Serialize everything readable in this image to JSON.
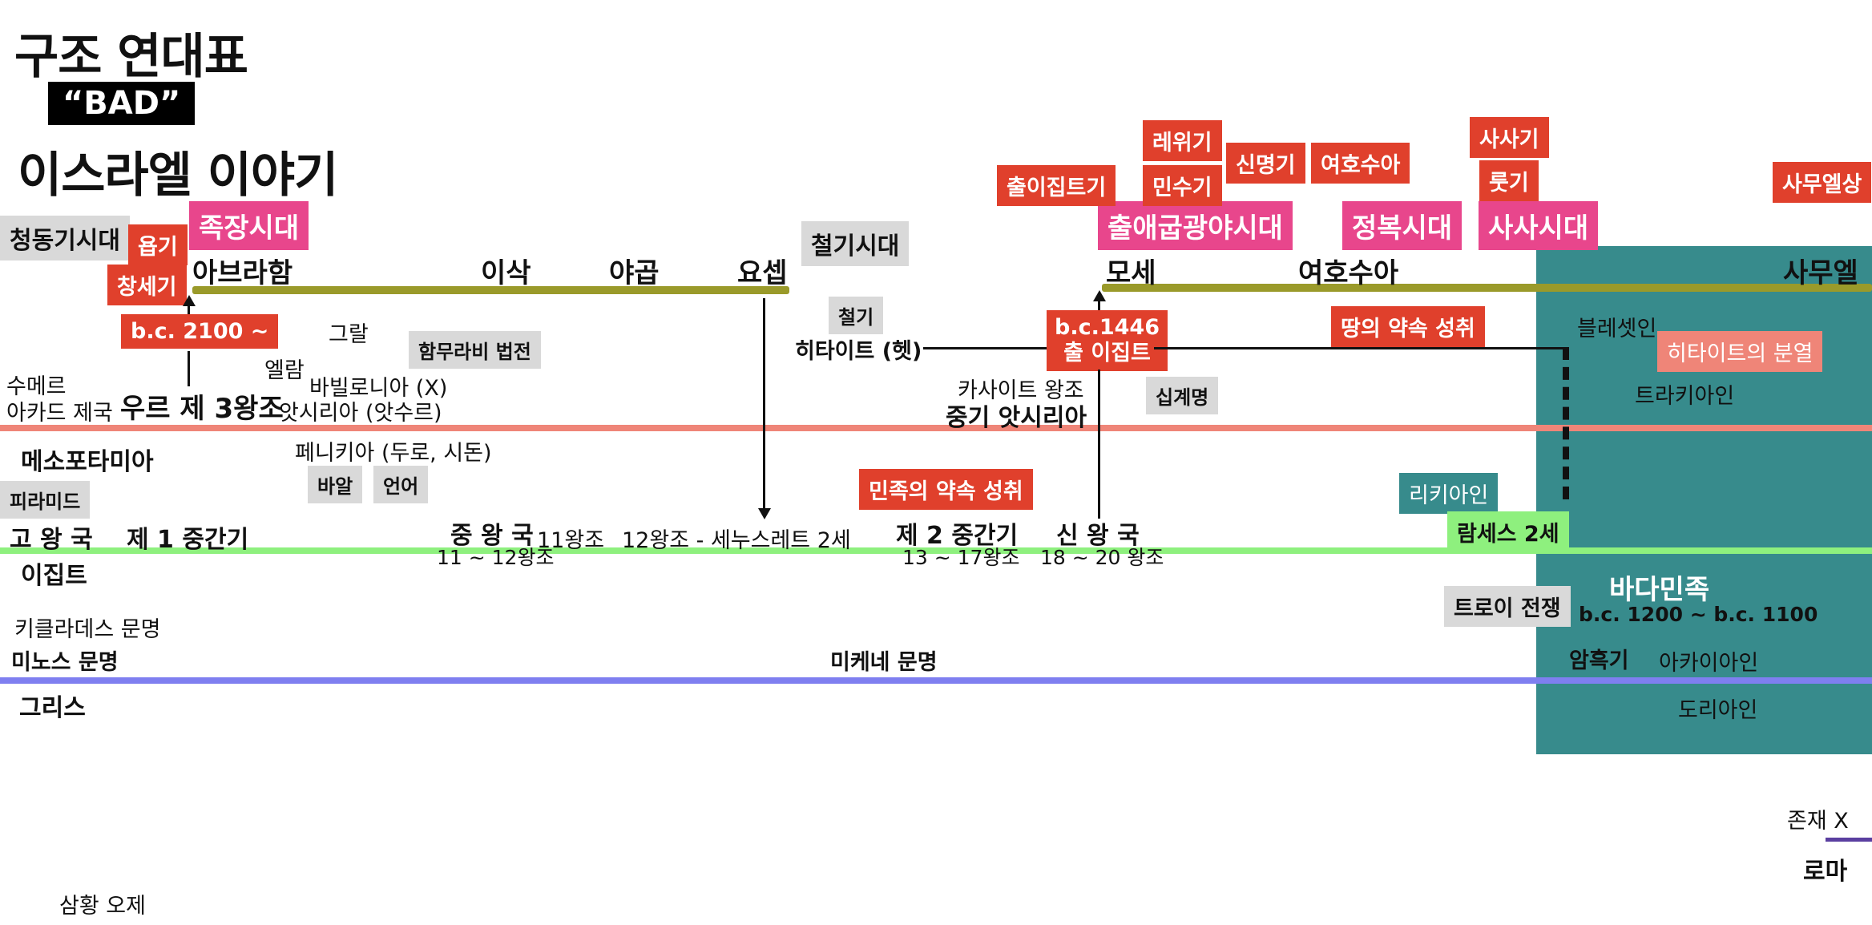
{
  "header": {
    "title": "구조 연대표",
    "badge": "“BAD”",
    "subtitle": "이스라엘 이야기"
  },
  "colors": {
    "red": "#e0402c",
    "pink": "#e8468c",
    "gray": "#d9d9d9",
    "olive_band": "#9a9a2a",
    "salmon_band": "#ef8578",
    "green_band": "#8ef07e",
    "blue_band": "#7f7ff0",
    "teal_panel": "#378b8c",
    "purple_line": "#5a3fa0"
  },
  "bible_books": {
    "job": "욥기",
    "genesis": "창세기",
    "exodus": "출이집트기",
    "leviticus": "레위기",
    "numbers": "민수기",
    "deuteronomy": "신명기",
    "joshua": "여호수아",
    "judges": "사사기",
    "ruth": "룻기",
    "samuel": "사무엘상"
  },
  "eras": {
    "bronze_age": "청동기시대",
    "patriarchs": "족장시대",
    "iron_age": "철기시대",
    "exodus_wilderness": "출애굽광야시대",
    "conquest": "정복시대",
    "judges_era": "사사시대"
  },
  "israel_line": {
    "abraham": "아브라함",
    "isaac": "이삭",
    "jacob": "야곱",
    "joseph": "요셉",
    "moses": "모세",
    "joshua": "여호수아",
    "samuel": "사무엘",
    "date_abraham": "b.c. 2100 ~",
    "date_exodus_1": "b.c.1446",
    "date_exodus_2": "출 이집트",
    "land_promise": "땅의 약속 성취",
    "nation_promise": "민족의 약속 성취",
    "ten_commandments": "십계명"
  },
  "mesopotamia": {
    "label": "메소포타미아",
    "sumer": "수메르",
    "akkad": "아카드 제국",
    "ur": "우르 제 3왕조",
    "haran": "그랄",
    "elam": "엘람",
    "babylonia": "바빌로니아 (X)",
    "assyria": "앗시리아 (앗수르)",
    "hammurabi": "함무라비 법전",
    "phoenicia": "페니키아 (두로, 시돈)",
    "baal": "바알",
    "language": "언어",
    "iron": "철기",
    "hittite": "히타이트 (헷)",
    "kassite": "카사이트 왕조",
    "middle_assyria": "중기 앗시리아"
  },
  "egypt": {
    "label": "이집트",
    "pyramid": "피라미드",
    "old_kingdom": "고 왕 국",
    "first_intermediate": "제 1 중간기",
    "middle_kingdom": "중 왕 국",
    "middle_dyn": "11 ~ 12왕조",
    "dyn11": "11왕조",
    "dyn12": "12왕조 - 세누스레트 2세",
    "second_intermediate": "제 2 중간기",
    "second_dyn": "13 ~ 17왕조",
    "new_kingdom": "신 왕 국",
    "new_dyn": "18 ~ 20 왕조"
  },
  "greece": {
    "label": "그리스",
    "cycladic": "키클라데스 문명",
    "minoan": "미노스 문명",
    "mycenaean": "미케네 문명"
  },
  "late_bronze": {
    "philistines": "블레셋인",
    "hittite_split": "히타이트의 분열",
    "thracians": "트라키아인",
    "lycians": "리키아인",
    "ramesses": "람세스 2세",
    "trojan_war": "트로이 전쟁",
    "sea_peoples": "바다민족",
    "sea_dates": "b.c. 1200 ~ b.c. 1100",
    "dark_age": "암흑기",
    "achaeans": "아카이아인",
    "dorians": "도리아인"
  },
  "footer": {
    "exists": "존재  X",
    "rome": "로마",
    "three_sovereigns": "삼황 오제"
  }
}
